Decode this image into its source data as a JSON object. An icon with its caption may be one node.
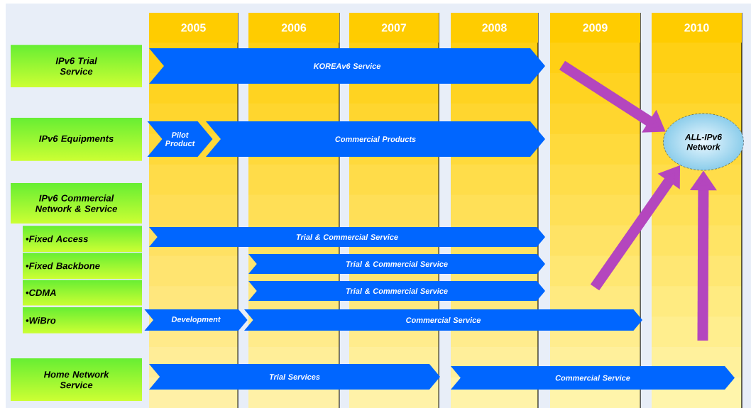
{
  "diagram": {
    "nodes": [
      {
        "text": [
          "2005"
        ]
      },
      {
        "text": [
          "2006"
        ]
      },
      {
        "text": [
          "2007"
        ]
      },
      {
        "text": [
          "2008"
        ]
      },
      {
        "text": [
          "2009"
        ]
      },
      {
        "text": [
          "2010"
        ]
      },
      {
        "text": [
          "IPv6 Trial Service"
        ]
      },
      {
        "text": [
          "KOREAv6 Service"
        ]
      },
      {
        "text": [
          "IPv6 Equipments"
        ]
      },
      {
        "text": [
          "Pilot Product"
        ]
      },
      {
        "text": [
          "Commercial Products"
        ]
      },
      {
        "text": [
          "ALL-IPv6 Network"
        ]
      },
      {
        "text": [
          "IPv6 Commercial Network & Service"
        ]
      },
      {
        "text": [
          "•Fixed Access"
        ]
      },
      {
        "text": [
          "Trial & Commercial Service"
        ]
      },
      {
        "text": [
          "•Fixed Backbone"
        ]
      },
      {
        "text": [
          "Trial & Commercial Service"
        ]
      },
      {
        "text": [
          "•CDMA"
        ]
      },
      {
        "text": [
          "Trial & Commercial Service"
        ]
      },
      {
        "text": [
          "•WiBro"
        ]
      },
      {
        "text": [
          "Development"
        ]
      },
      {
        "text": [
          "Commercial Service"
        ]
      },
      {
        "text": [
          "Home Network Service"
        ]
      },
      {
        "text": [
          "Trial Services"
        ]
      },
      {
        "text": [
          "Commercial Service"
        ]
      }
    ],
    "edges": [
      {
        "from": null,
        "to": 11,
        "arrow": "to"
      },
      {
        "from": null,
        "to": 11,
        "arrow": "to"
      },
      {
        "from": null,
        "to": 11,
        "arrow": "to"
      }
    ]
  }
}
